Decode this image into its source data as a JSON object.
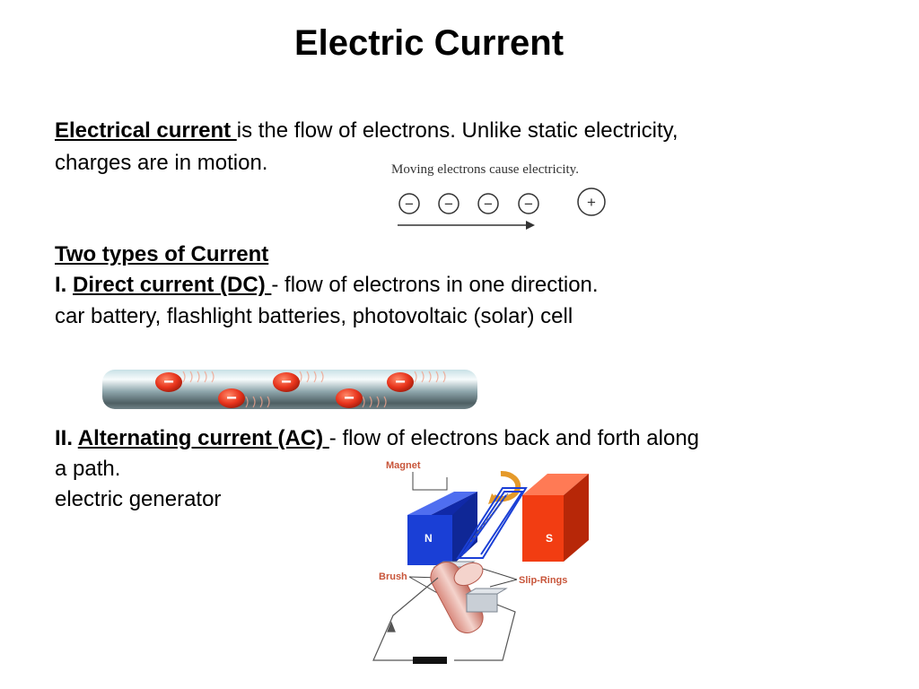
{
  "title": "Electric Current",
  "intro": {
    "term": "Electrical current ",
    "rest": "is the flow of electrons. Unlike static electricity,",
    "line2": "charges are in motion."
  },
  "electron_figure": {
    "caption": "Moving electrons cause electricity.",
    "negative_symbol": "−",
    "positive_symbol": "+"
  },
  "types": {
    "heading": "Two types of Current",
    "dc": {
      "numeral": "I. ",
      "term": "Direct current (DC) ",
      "desc": "- flow of electrons in one direction.",
      "examples": "car battery, flashlight batteries, photovoltaic (solar) cell"
    },
    "ac": {
      "numeral": "II. ",
      "term": "Alternating current (AC) ",
      "desc": "- flow of electrons back and forth along",
      "line2": "a path.",
      "examples": "electric generator"
    }
  },
  "wire_figure": {
    "electron_symbol": "−"
  },
  "generator_figure": {
    "magnet_label": "Magnet",
    "north_label": "N",
    "south_label": "S",
    "brush_label": "Brush",
    "slip_rings_label": "Slip-Rings"
  },
  "colors": {
    "north_pole": "#1a3fd6",
    "south_pole": "#f23d12",
    "electron": "#e8341c",
    "callout_label": "#c8553a"
  }
}
